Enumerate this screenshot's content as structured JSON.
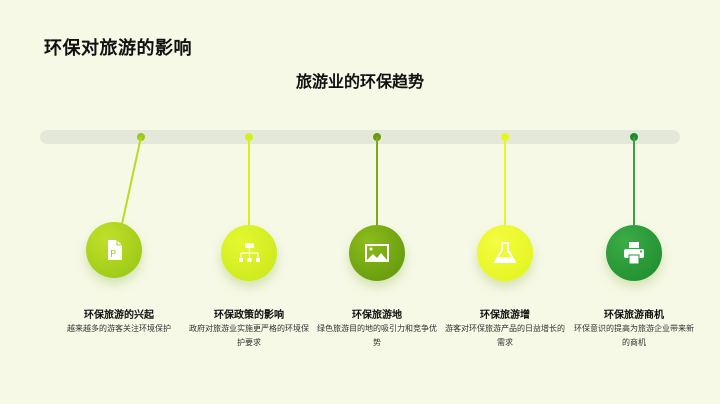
{
  "header": {
    "title": "环保对旅游的影响",
    "subtitle": "旅游业的环保趋势"
  },
  "timeline": {
    "items": [
      {
        "label": "环保旅游的兴起",
        "desc": "越来越多的游客关注环境保护",
        "icon": "document-p-icon",
        "color": "#a8d21a"
      },
      {
        "label": "环保政策的影响",
        "desc": "政府对旅游业实施更严格的环境保护要求",
        "icon": "sitemap-icon",
        "color": "#d6f01e"
      },
      {
        "label": "环保旅游地",
        "desc": "绿色旅游目的地的吸引力和竞争优势",
        "icon": "image-icon",
        "color": "#6fa010"
      },
      {
        "label": "环保旅游增",
        "desc": "游客对环保旅游产品的日益增长的需求",
        "icon": "flask-icon",
        "color": "#eef81e"
      },
      {
        "label": "环保旅游商机",
        "desc": "环保意识的提高为旅游企业带来新的商机",
        "icon": "printer-icon",
        "color": "#24963a"
      }
    ]
  }
}
